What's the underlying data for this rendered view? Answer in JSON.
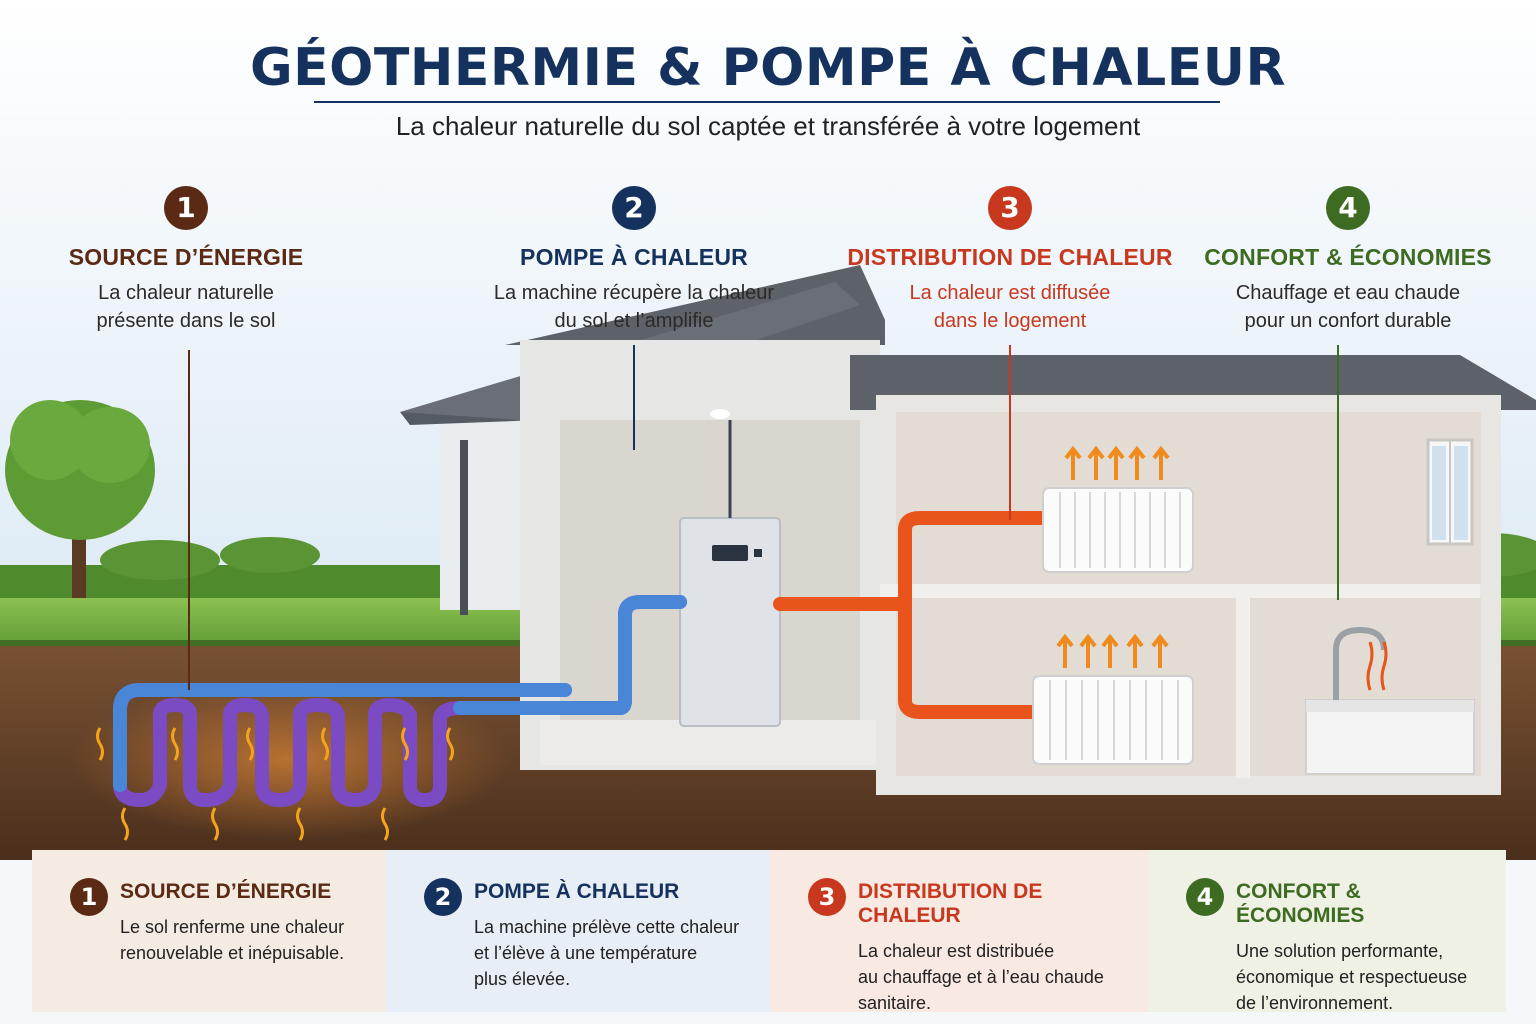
{
  "title": "GÉOTHERMIE & POMPE À CHALEUR",
  "subtitle": "La chaleur naturelle du sol captée et transférée à votre logement",
  "colors": {
    "step1": "#5b2a14",
    "step2": "#15325e",
    "step3": "#c8381e",
    "step4": "#3d6b22",
    "cold_pipe": "#4a86d8",
    "ground_loop": "#7b4bc4",
    "hot_pipe": "#e8541c"
  },
  "steps": [
    {
      "number": "1",
      "heading": "SOURCE D’ÉNERGIE",
      "description": "La chaleur naturelle\nprésente dans le sol"
    },
    {
      "number": "2",
      "heading": "POMPE À CHALEUR",
      "description": "La machine récupère la chaleur\ndu sol et l’amplifie"
    },
    {
      "number": "3",
      "heading": "DISTRIBUTION DE CHALEUR",
      "description": "La chaleur est diffusée\ndans le logement"
    },
    {
      "number": "4",
      "heading": "CONFORT & ÉCONOMIES",
      "description": "Chauffage et eau chaude\npour un confort durable"
    }
  ],
  "bottom_panels": [
    {
      "number": "1",
      "heading": "SOURCE D’ÉNERGIE",
      "description": "Le sol renferme une chaleur\nrenouvelable et inépuisable."
    },
    {
      "number": "2",
      "heading": "POMPE À CHALEUR",
      "description": "La machine prélève cette chaleur\net l’élève à une température\nplus élevée."
    },
    {
      "number": "3",
      "heading": "DISTRIBUTION DE CHALEUR",
      "description": "La chaleur est distribuée\nau chauffage et à l’eau chaude\nsanitaire."
    },
    {
      "number": "4",
      "heading": "CONFORT & ÉCONOMIES",
      "description": "Une solution performante,\néconomique et respectueuse\nde l’environnement."
    }
  ]
}
